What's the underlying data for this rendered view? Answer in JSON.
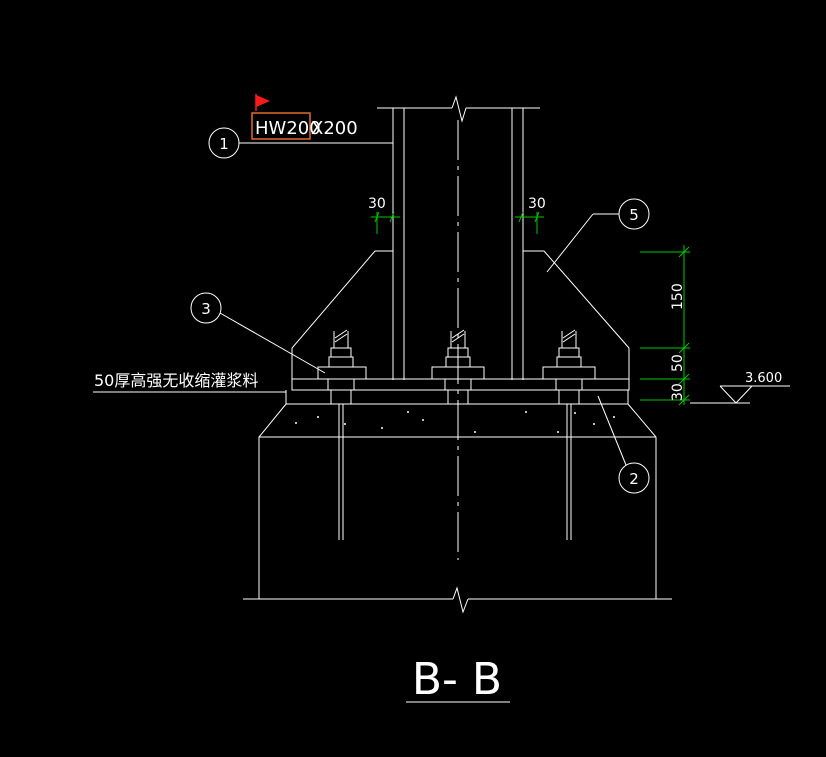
{
  "drawing": {
    "section_title": "B- B",
    "member_label": "HW200X200",
    "member_label_highlight": "HW200",
    "member_label_rest": "X200",
    "grout_note": "50厚高强无收缩灌浆料",
    "elevation": "3.600",
    "dims": {
      "left_offset": "30",
      "right_offset": "30",
      "rib_height": "150",
      "plate_height": "50",
      "grout_height": "30"
    },
    "callouts": {
      "c1": "1",
      "c2": "2",
      "c3": "3",
      "c5": "5"
    },
    "colors": {
      "background": "#000000",
      "lines": "#ffffff",
      "dimension": "#00c800",
      "highlight_box": "#e06a2c",
      "flag": "#ff1a1a"
    },
    "icons": [
      "flag-icon"
    ]
  }
}
